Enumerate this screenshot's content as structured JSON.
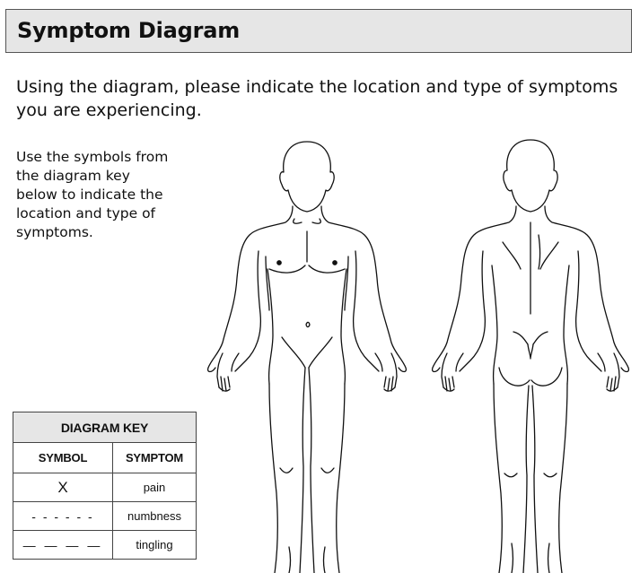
{
  "header": {
    "title": "Symptom Diagram"
  },
  "intro": "Using the diagram, please indicate the location and type of symptoms you are experiencing.",
  "side_note": "Use the symbols from the diagram key below to indicate the location and type of symptoms.",
  "diagram_key": {
    "title": "DIAGRAM KEY",
    "columns": [
      "SYMBOL",
      "SYMPTOM"
    ],
    "rows": [
      {
        "symbol": "X",
        "symptom": "pain"
      },
      {
        "symbol": "- - - - - -",
        "symptom": "numbness"
      },
      {
        "symbol": "— — — —",
        "symptom": "tingling"
      }
    ]
  },
  "figures": {
    "front": "front-body-outline",
    "back": "back-body-outline"
  }
}
